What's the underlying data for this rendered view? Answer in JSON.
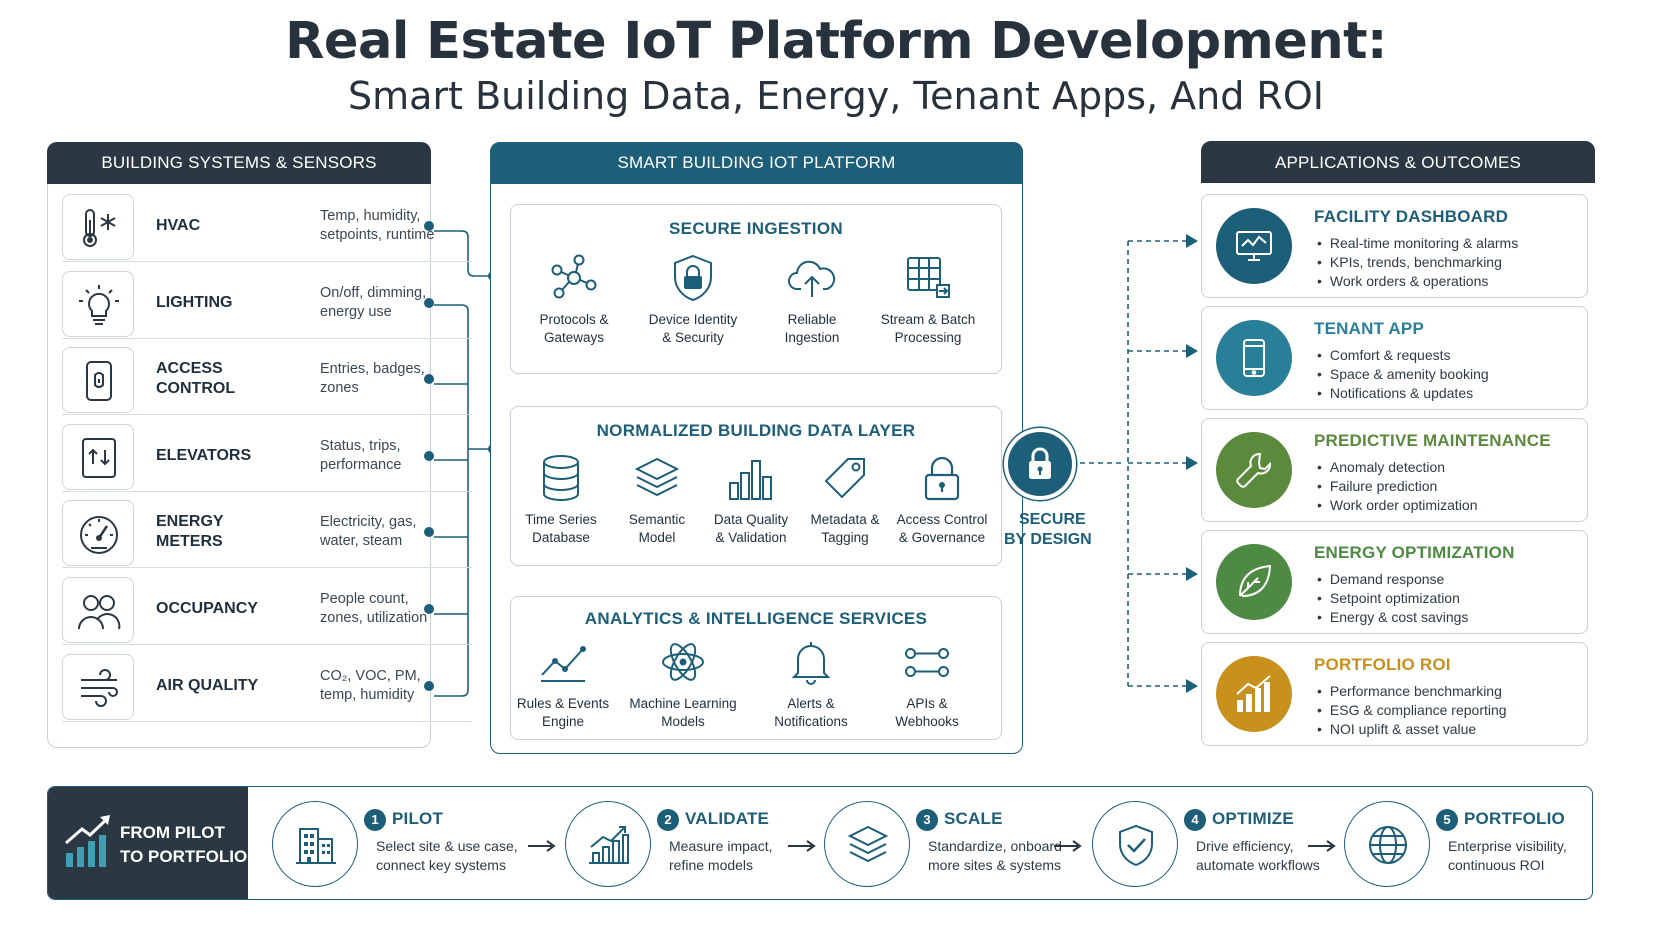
{
  "header": {
    "title": "Real Estate IoT Platform Development:",
    "subtitle": "Smart Building Data, Energy, Tenant Apps, And ROI"
  },
  "left_panel": {
    "title": "BUILDING SYSTEMS & SENSORS",
    "rows": [
      {
        "name_lines": [
          "HVAC"
        ],
        "desc_lines": [
          "Temp, humidity,",
          "setpoints, runtime"
        ],
        "icon": "thermometer-snowflake-icon"
      },
      {
        "name_lines": [
          "LIGHTING"
        ],
        "desc_lines": [
          "On/off, dimming,",
          "energy use"
        ],
        "icon": "lightbulb-icon"
      },
      {
        "name_lines": [
          "ACCESS",
          "CONTROL"
        ],
        "desc_lines": [
          "Entries, badges,",
          "zones"
        ],
        "icon": "badge-reader-icon"
      },
      {
        "name_lines": [
          "ELEVATORS"
        ],
        "desc_lines": [
          "Status, trips,",
          "performance"
        ],
        "icon": "elevator-icon"
      },
      {
        "name_lines": [
          "ENERGY",
          "METERS"
        ],
        "desc_lines": [
          "Electricity, gas,",
          "water, steam"
        ],
        "icon": "gauge-icon"
      },
      {
        "name_lines": [
          "OCCUPANCY"
        ],
        "desc_lines": [
          "People count,",
          "zones, utilization"
        ],
        "icon": "people-icon"
      },
      {
        "name_lines": [
          "AIR QUALITY"
        ],
        "desc_lines": [
          "CO₂, VOC, PM,",
          "temp, humidity"
        ],
        "icon": "wind-icon"
      }
    ]
  },
  "center_panel": {
    "title": "SMART BUILDING IOT PLATFORM",
    "ingestion": {
      "title": "SECURE INGESTION",
      "items": [
        {
          "lines": [
            "Protocols &",
            "Gateways"
          ],
          "icon": "network-nodes-icon"
        },
        {
          "lines": [
            "Device Identity",
            "& Security"
          ],
          "icon": "shield-lock-icon"
        },
        {
          "lines": [
            "Reliable",
            "Ingestion"
          ],
          "icon": "cloud-upload-icon"
        },
        {
          "lines": [
            "Stream & Batch",
            "Processing"
          ],
          "icon": "stream-batch-icon"
        }
      ]
    },
    "data_layer": {
      "title": "NORMALIZED BUILDING DATA LAYER",
      "items": [
        {
          "lines": [
            "Time Series",
            "Database"
          ],
          "icon": "database-icon"
        },
        {
          "lines": [
            "Semantic",
            "Model"
          ],
          "icon": "layers-icon"
        },
        {
          "lines": [
            "Data Quality",
            "& Validation"
          ],
          "icon": "bar-chart-icon"
        },
        {
          "lines": [
            "Metadata &",
            "Tagging"
          ],
          "icon": "tag-icon"
        },
        {
          "lines": [
            "Access Control",
            "& Governance"
          ],
          "icon": "padlock-icon"
        }
      ]
    },
    "analytics": {
      "title": "ANALYTICS & INTELLIGENCE SERVICES",
      "items": [
        {
          "lines": [
            "Rules & Events",
            "Engine"
          ],
          "icon": "trend-line-icon"
        },
        {
          "lines": [
            "Machine Learning",
            "Models"
          ],
          "icon": "atom-icon"
        },
        {
          "lines": [
            "Alerts &",
            "Notifications"
          ],
          "icon": "bell-icon"
        },
        {
          "lines": [
            "APIs &",
            "Webhooks"
          ],
          "icon": "api-connector-icon"
        }
      ]
    }
  },
  "secure_badge": {
    "lines": [
      "SECURE",
      "BY DESIGN"
    ],
    "icon": "padlock-icon"
  },
  "right_panel": {
    "title": "APPLICATIONS & OUTCOMES",
    "cards": [
      {
        "title": "FACILITY DASHBOARD",
        "color": "#1d5e78",
        "icon": "monitor-icon",
        "bullets": [
          "Real-time monitoring & alarms",
          "KPIs, trends, benchmarking",
          "Work orders & operations"
        ]
      },
      {
        "title": "TENANT APP",
        "color": "#2a7f98",
        "icon": "smartphone-icon",
        "bullets": [
          "Comfort & requests",
          "Space & amenity booking",
          "Notifications & updates"
        ]
      },
      {
        "title": "PREDICTIVE MAINTENANCE",
        "color": "#5c8a3c",
        "icon": "wrench-icon",
        "bullets": [
          "Anomaly detection",
          "Failure prediction",
          "Work order optimization"
        ]
      },
      {
        "title": "ENERGY OPTIMIZATION",
        "color": "#4e8a43",
        "icon": "leaf-icon",
        "bullets": [
          "Demand response",
          "Setpoint optimization",
          "Energy & cost savings"
        ]
      },
      {
        "title": "PORTFOLIO ROI",
        "color": "#c8901c",
        "icon": "growth-chart-icon",
        "bullets": [
          "Performance benchmarking",
          "ESG & compliance reporting",
          "NOI uplift & asset value"
        ]
      }
    ]
  },
  "roadmap": {
    "label_lines": [
      "FROM PILOT",
      "TO PORTFOLIO"
    ],
    "steps": [
      {
        "num": "1",
        "name": "PILOT",
        "desc_lines": [
          "Select site & use case,",
          "connect key systems"
        ],
        "icon": "building-icon"
      },
      {
        "num": "2",
        "name": "VALIDATE",
        "desc_lines": [
          "Measure impact,",
          "refine models"
        ],
        "icon": "rising-bars-icon"
      },
      {
        "num": "3",
        "name": "SCALE",
        "desc_lines": [
          "Standardize, onboard",
          "more sites & systems"
        ],
        "icon": "stack-icon"
      },
      {
        "num": "4",
        "name": "OPTIMIZE",
        "desc_lines": [
          "Drive efficiency,",
          "automate workflows"
        ],
        "icon": "shield-check-icon"
      },
      {
        "num": "5",
        "name": "PORTFOLIO",
        "desc_lines": [
          "Enterprise visibility,",
          "continuous ROI"
        ],
        "icon": "globe-icon"
      }
    ]
  }
}
